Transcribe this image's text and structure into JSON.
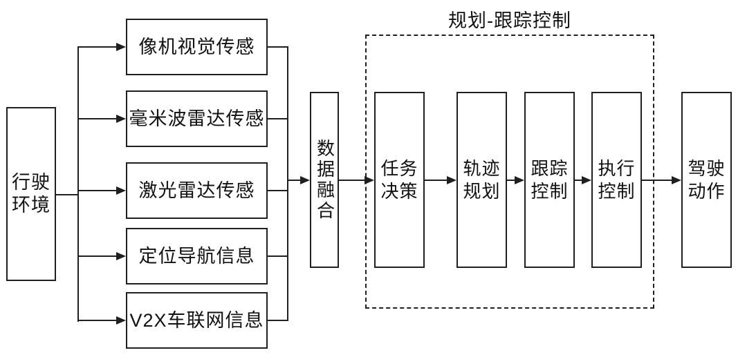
{
  "diagram": {
    "title": "规划-跟踪控制",
    "env_box": {
      "line1": "行驶",
      "line2": "环境"
    },
    "sensors": [
      {
        "label": "像机视觉传感"
      },
      {
        "label": "毫米波雷达传感"
      },
      {
        "label": "激光雷达传感"
      },
      {
        "label": "定位导航信息"
      },
      {
        "label": "V2X车联网信息"
      }
    ],
    "fusion_box": {
      "label": "数据融合"
    },
    "pipeline": [
      {
        "line1": "任务",
        "line2": "决策"
      },
      {
        "line1": "轨迹",
        "line2": "规划"
      },
      {
        "line1": "跟踪",
        "line2": "控制"
      },
      {
        "line1": "执行",
        "line2": "控制"
      }
    ],
    "action_box": {
      "line1": "驾驶",
      "line2": "动作"
    },
    "colors": {
      "line": "#1f1f1f",
      "background": "#ffffff",
      "text": "#111111"
    }
  }
}
